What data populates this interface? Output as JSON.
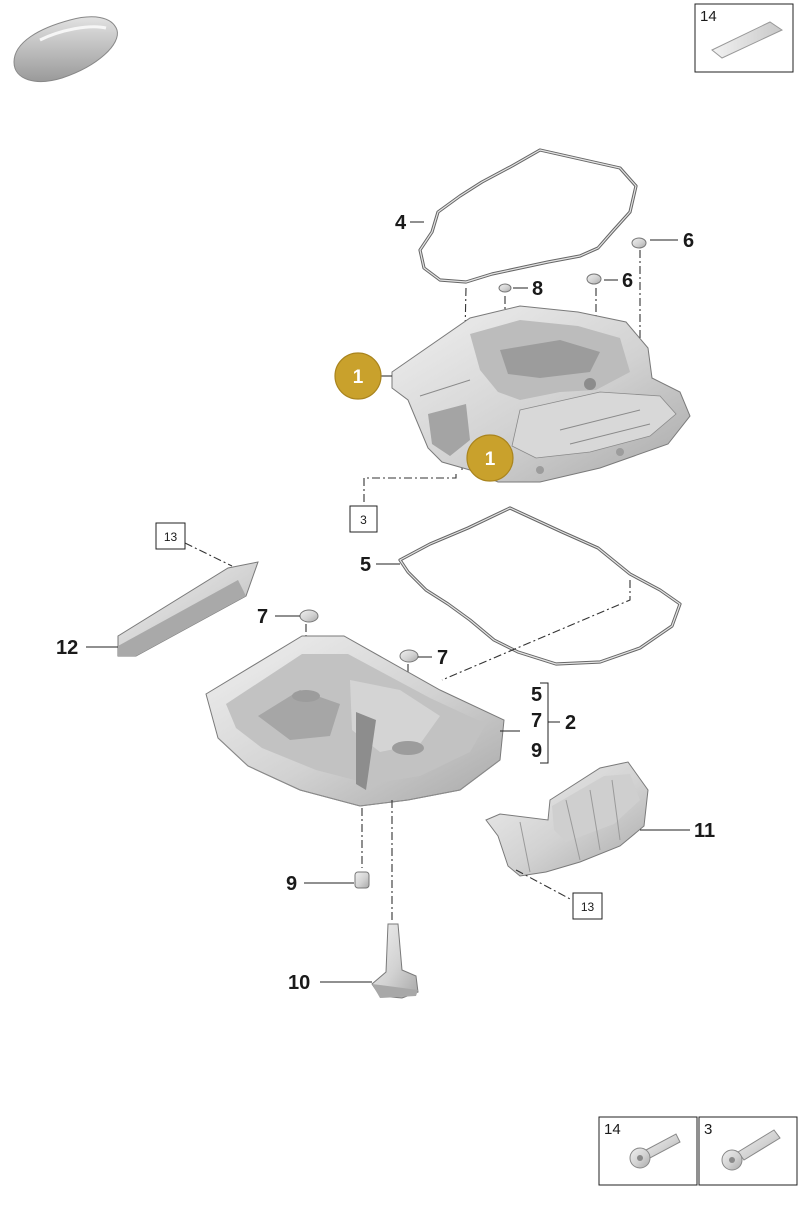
{
  "labels": {
    "gasket_upper": "4",
    "seal_6a": "6",
    "seal_6b": "6",
    "seal_8": "8",
    "ref_3": "3",
    "gasket_lower": "5",
    "ref_13a": "13",
    "seal_7a": "7",
    "seal_7b": "7",
    "bar_12": "12",
    "group_5": "5",
    "group_7": "7",
    "group_9": "9",
    "group_2": "2",
    "shield_11": "11",
    "ref_13b": "13",
    "plug_9": "9",
    "sensor_10": "10"
  },
  "hotspots": [
    "1",
    "1"
  ],
  "legend": {
    "top": "14",
    "bottom_left": "14",
    "bottom_right": "3"
  },
  "colors": {
    "hotspot": "#c9a12c",
    "part_light": "#e6e6e6",
    "part_mid": "#c4c4c4",
    "part_dark": "#9d9d9d"
  }
}
